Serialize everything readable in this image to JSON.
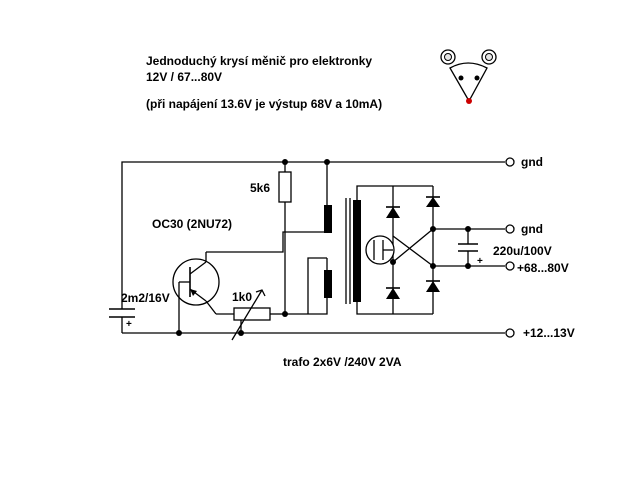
{
  "header": {
    "title": "Jednoduchý krysí měnič pro elektronky",
    "voltage": "12V / 67...80V",
    "note": "(při napájení 13.6V je výstup 68V a 10mA)"
  },
  "components": {
    "r1": "5k6",
    "transistor": "OC30 (2NU72)",
    "cap_in": "2m2/16V",
    "pot": "1k0",
    "cap_out": "220u/100V",
    "plus_small_in": "+",
    "plus_small_out": "+"
  },
  "terminals": {
    "gnd_top": "gnd",
    "gnd_out": "gnd",
    "hv_out": "+68...80V",
    "supply": "+12...13V"
  },
  "transformer": "trafo 2x6V /240V 2VA",
  "colors": {
    "mouse_nose": "#cc0000"
  }
}
